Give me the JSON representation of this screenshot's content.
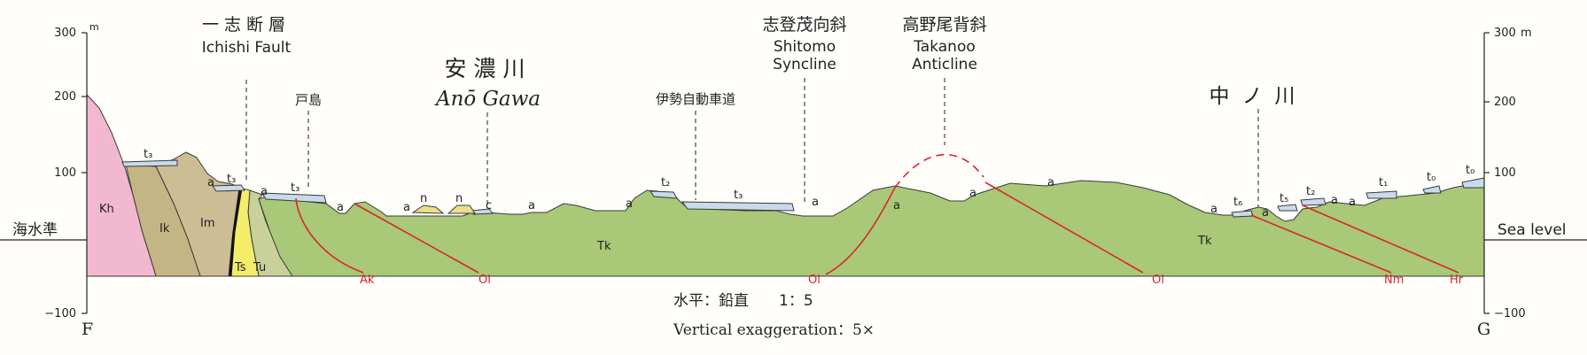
{
  "section": {
    "left_end": "F",
    "right_end": "G"
  },
  "elevation_axis": {
    "left_ticks": [
      "300",
      "200",
      "100",
      "−100"
    ],
    "right_ticks": [
      "300",
      "200",
      "100",
      "−100"
    ],
    "unit_left": "m",
    "unit_right": "m",
    "sea_level_ja": "海水準",
    "sea_level_en": "Sea level"
  },
  "structures": [
    {
      "ja": "一志断層",
      "en": "Ichishi Fault"
    },
    {
      "ja": "志登茂向斜",
      "en_line1": "Shitomo",
      "en_line2": "Syncline"
    },
    {
      "ja": "高野尾背斜",
      "en_line1": "Takanoo",
      "en_line2": "Anticline"
    }
  ],
  "places": {
    "toshima": "戸島",
    "ano_gawa_ja": "安濃川",
    "ano_gawa_en": "Anō Gawa",
    "expressway": "伊勢自動車道",
    "nakano_kawa": "中ノ川"
  },
  "units": {
    "Kh": "Kh",
    "Ik": "Ik",
    "Im": "Im",
    "Ts": "Ts",
    "Tu": "Tu",
    "Tk": "Tk",
    "a": "a",
    "n": "n",
    "c": "c",
    "t0": "t₀",
    "t1": "t₁",
    "t2": "t₂",
    "t3": "t₃",
    "t5": "t₅",
    "t6": "t₆"
  },
  "key_beds": {
    "Ak": "Ak",
    "Oi": "Oi",
    "Nm": "Nm",
    "Hr": "Hr"
  },
  "scale": {
    "ja": "水平：鉛直　　1：5",
    "en": "Vertical exaggeration：5×"
  },
  "colors": {
    "Kh": "#f2b8cf",
    "Ik": "#c4b584",
    "Im": "#cdbd94",
    "Ts": "#f3ed6a",
    "Tu": "#c9d19a",
    "Tk": "#a9c878",
    "terrace": "#c9daeb",
    "n": "#e8e08a",
    "key_bed_line": "#d8262a"
  }
}
